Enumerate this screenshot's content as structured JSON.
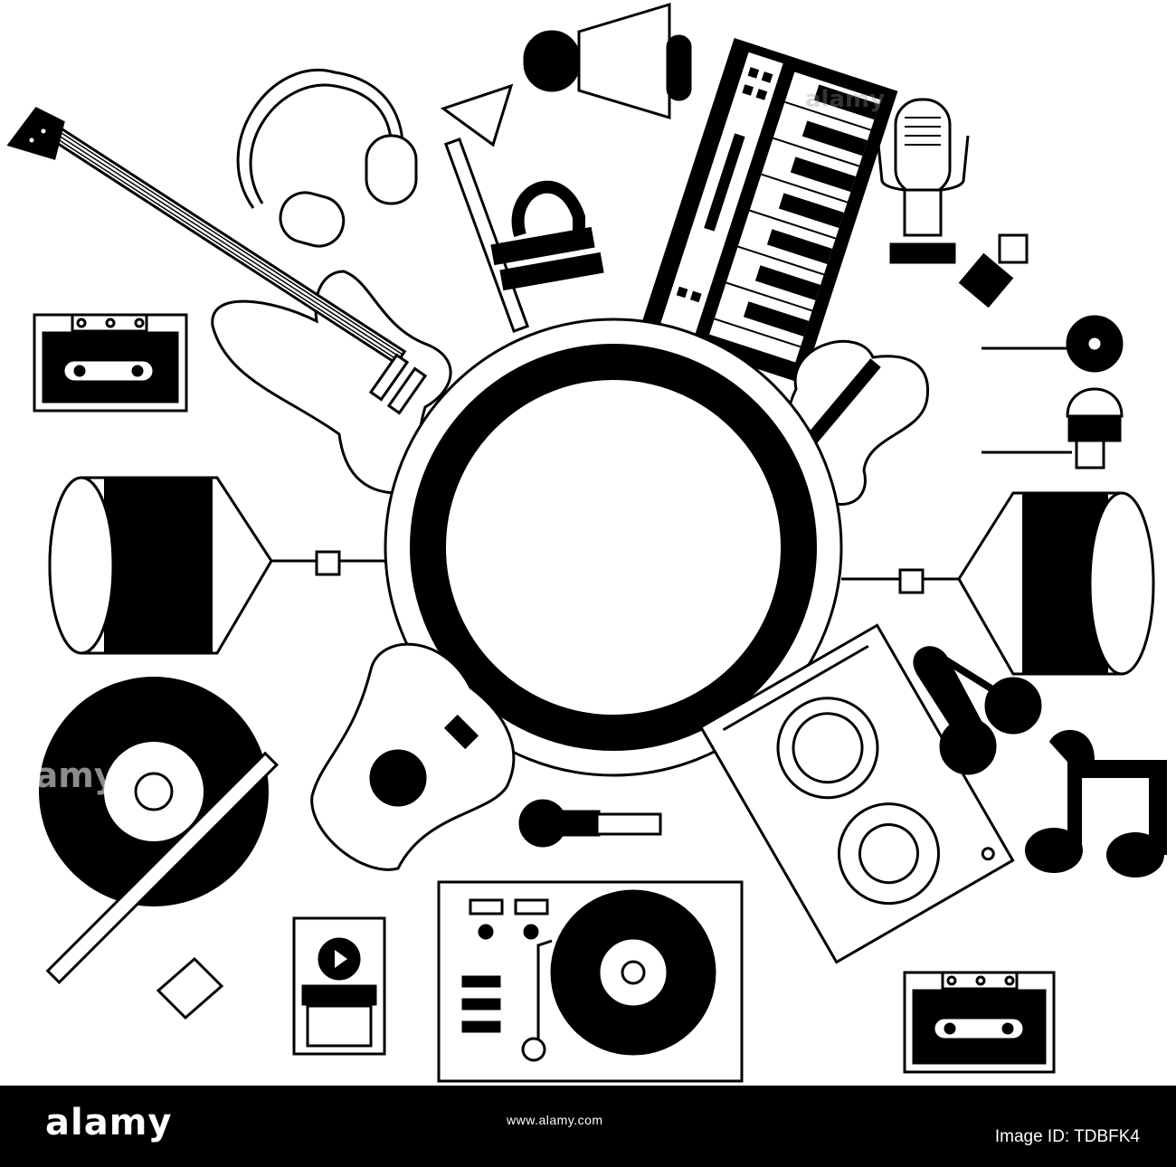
{
  "footer": {
    "logo_text": "alamy",
    "image_id": "Image ID: TDBFK4",
    "site": "www.alamy.com"
  },
  "watermarks": {
    "left": "alamy",
    "top": "alamy"
  },
  "colors": {
    "ink": "#000000",
    "paper": "#ffffff",
    "footer_bg": "#000000"
  },
  "icons": [
    "electric-guitar-icon",
    "headphones-icon",
    "trumpet-icon",
    "spotlight-icon",
    "keyboard-synth-icon",
    "retro-microphone-icon",
    "violin-icon",
    "cassette-tape-icon",
    "earphones-icon",
    "drum-left-icon",
    "drum-right-icon",
    "vinyl-record-icon",
    "maracas-icon",
    "music-note-icon",
    "acoustic-guitar-icon",
    "handheld-microphone-icon",
    "speaker-icon",
    "mp3-player-icon",
    "turntable-icon",
    "center-frame-ring"
  ]
}
